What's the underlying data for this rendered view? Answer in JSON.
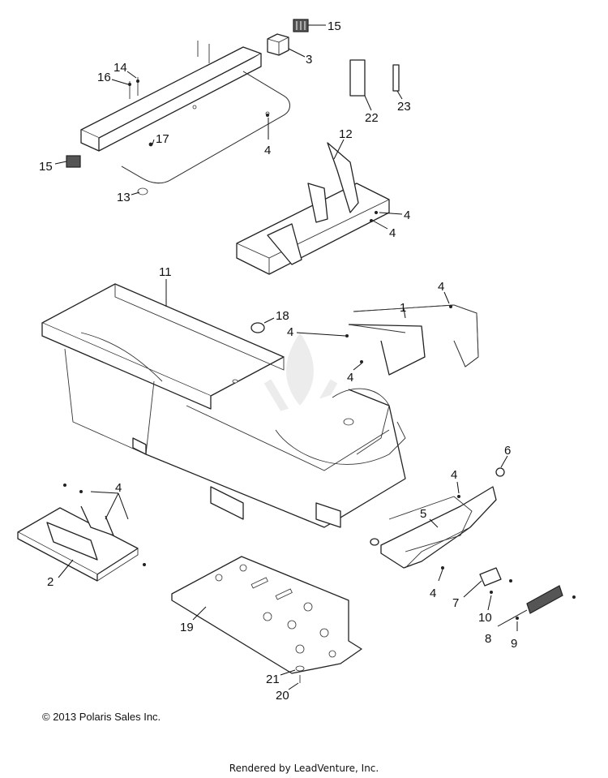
{
  "diagram": {
    "callouts": [
      "15",
      "3",
      "14",
      "16",
      "17",
      "15",
      "13",
      "4",
      "22",
      "23",
      "12",
      "4",
      "4",
      "11",
      "18",
      "4",
      "1",
      "4",
      "4",
      "6",
      "4",
      "5",
      "4",
      "2",
      "4",
      "7",
      "10",
      "8",
      "9",
      "19",
      "21",
      "20"
    ]
  },
  "footer": {
    "copyright": "© 2013 Polaris Sales Inc.",
    "rendered_by": "Rendered by LeadVenture, Inc."
  },
  "colors": {
    "line": "#222222",
    "background": "#ffffff",
    "watermark": "#e8e8e8"
  },
  "icons": [
    "flame-watermark-icon"
  ]
}
